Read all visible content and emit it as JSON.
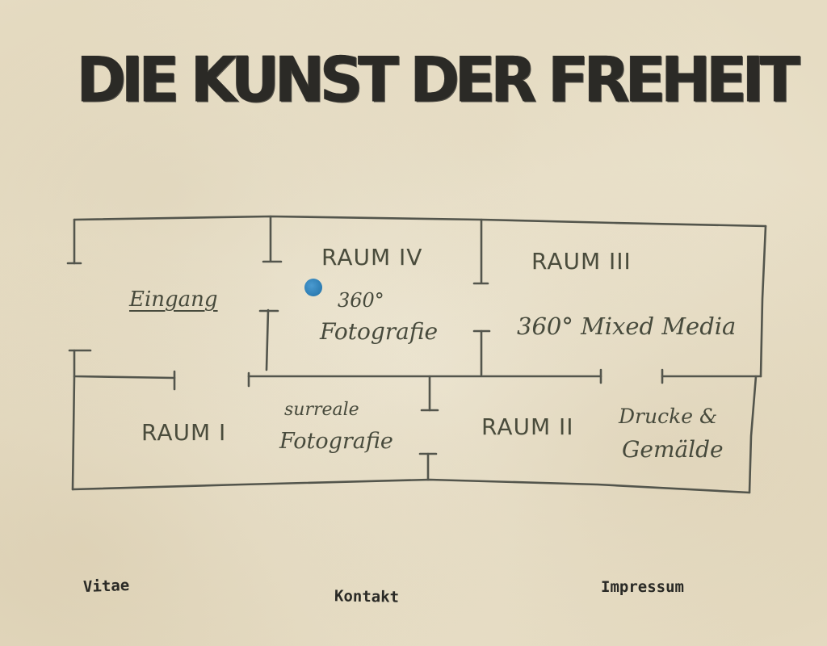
{
  "title": "DIE KUNST DER FREHEIT",
  "accent_color": "#2a7ab3",
  "map": {
    "entrance": "Eingang",
    "room4": {
      "label": "RAUM IV",
      "desc_line1": "360°",
      "desc_line2": "Fotografie"
    },
    "room3": {
      "label": "RAUM III",
      "desc": "360° Mixed Media"
    },
    "room1": {
      "label": "RAUM I",
      "desc_line1": "surreale",
      "desc_line2": "Fotografie"
    },
    "room2": {
      "label": "RAUM II",
      "desc_line1": "Drucke &",
      "desc_line2": "Gemälde"
    }
  },
  "nav": {
    "vitae": "Vitae",
    "kontakt": "Kontakt",
    "impressum": "Impressum"
  }
}
